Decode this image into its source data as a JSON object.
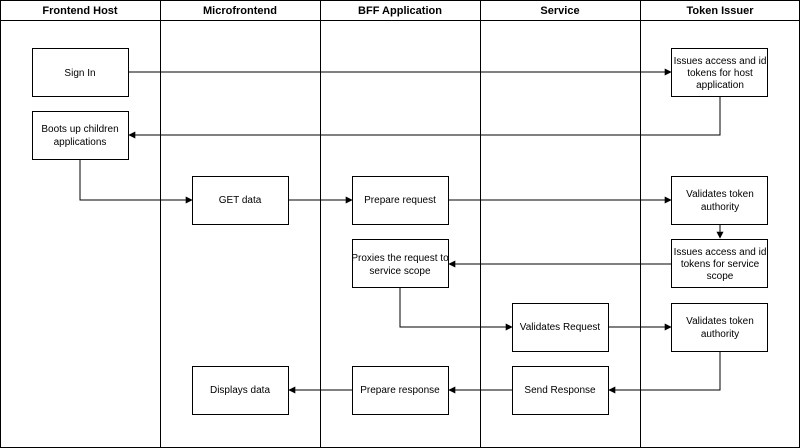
{
  "lanes": [
    {
      "id": "host",
      "title": "Frontend Host"
    },
    {
      "id": "mfe",
      "title": "Microfrontend"
    },
    {
      "id": "bff",
      "title": "BFF Application"
    },
    {
      "id": "svc",
      "title": "Service"
    },
    {
      "id": "issuer",
      "title": "Token Issuer"
    }
  ],
  "nodes": [
    {
      "id": "sign-in",
      "lines": [
        "Sign In"
      ]
    },
    {
      "id": "issue-host-tokens",
      "lines": [
        "Issues access and id",
        "tokens for host",
        "application"
      ]
    },
    {
      "id": "boot-children",
      "lines": [
        "Boots up children",
        "applications"
      ]
    },
    {
      "id": "get-data",
      "lines": [
        "GET data"
      ]
    },
    {
      "id": "prepare-request",
      "lines": [
        "Prepare request"
      ]
    },
    {
      "id": "validate-authority-1",
      "lines": [
        "Validates token",
        "authority"
      ]
    },
    {
      "id": "issue-service-tokens",
      "lines": [
        "Issues access and id",
        "tokens for service",
        "scope"
      ]
    },
    {
      "id": "proxy-request",
      "lines": [
        "Proxies the request to",
        "service scope"
      ]
    },
    {
      "id": "validate-request",
      "lines": [
        "Validates Request"
      ]
    },
    {
      "id": "validate-authority-2",
      "lines": [
        "Validates token",
        "authority"
      ]
    },
    {
      "id": "send-response",
      "lines": [
        "Send Response"
      ]
    },
    {
      "id": "prepare-response",
      "lines": [
        "Prepare response"
      ]
    },
    {
      "id": "display-data",
      "lines": [
        "Displays data"
      ]
    }
  ],
  "edges": [
    {
      "from": "sign-in",
      "to": "issue-host-tokens"
    },
    {
      "from": "issue-host-tokens",
      "to": "boot-children"
    },
    {
      "from": "boot-children",
      "to": "get-data"
    },
    {
      "from": "get-data",
      "to": "prepare-request"
    },
    {
      "from": "prepare-request",
      "to": "validate-authority-1"
    },
    {
      "from": "validate-authority-1",
      "to": "issue-service-tokens"
    },
    {
      "from": "issue-service-tokens",
      "to": "proxy-request"
    },
    {
      "from": "proxy-request",
      "to": "validate-request"
    },
    {
      "from": "validate-request",
      "to": "validate-authority-2"
    },
    {
      "from": "validate-authority-2",
      "to": "send-response"
    },
    {
      "from": "send-response",
      "to": "prepare-response"
    },
    {
      "from": "prepare-response",
      "to": "display-data"
    }
  ]
}
